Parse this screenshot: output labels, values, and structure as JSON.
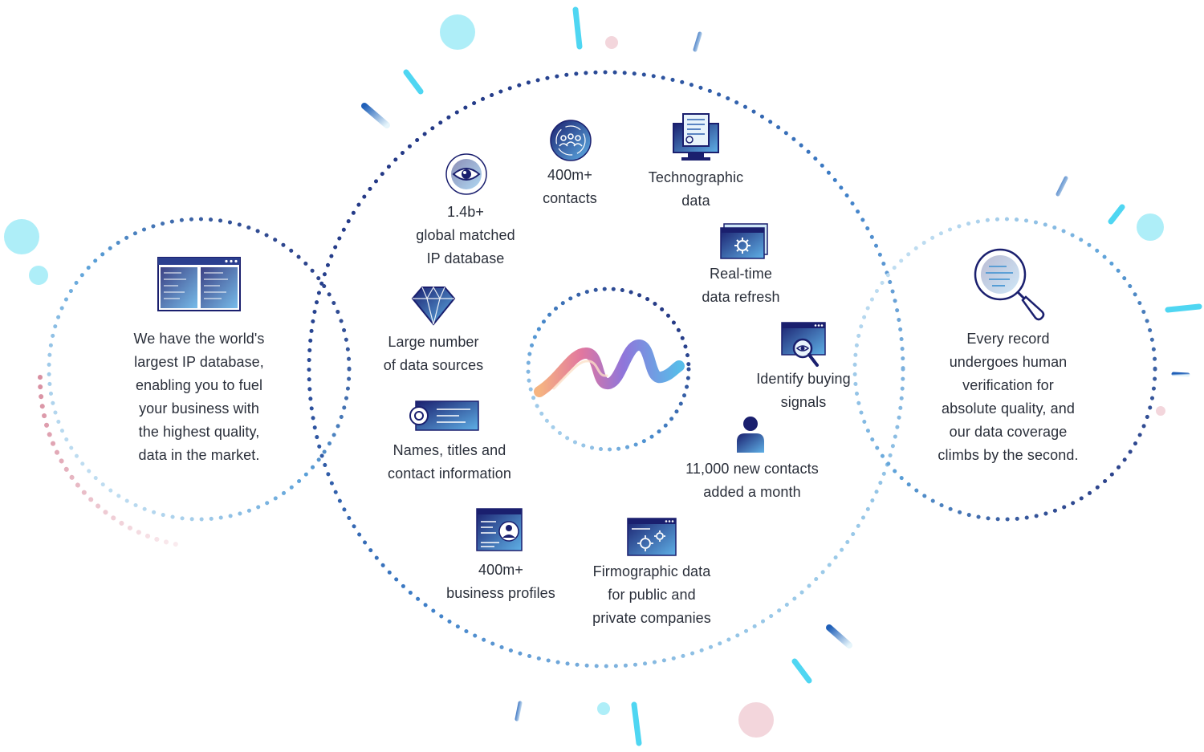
{
  "left_panel": {
    "lines": [
      "We have the world's",
      "largest IP database,",
      "enabling you to fuel",
      "your business with",
      "the highest quality,",
      "data in the market."
    ]
  },
  "right_panel": {
    "lines": [
      "Every record",
      "undergoes human",
      "verification for",
      "absolute quality, and",
      "our data coverage",
      "climbs by the second."
    ]
  },
  "features": [
    {
      "id": "ip-database",
      "icon": "eye-icon",
      "lines": [
        "1.4b+",
        "global matched",
        "IP database"
      ]
    },
    {
      "id": "contacts",
      "icon": "people-network-icon",
      "lines": [
        "400m+",
        "contacts"
      ]
    },
    {
      "id": "technographic",
      "icon": "computer-monitor-icon",
      "lines": [
        "Technographic",
        "data"
      ]
    },
    {
      "id": "realtime",
      "icon": "gear-window-icon",
      "lines": [
        "Real-time",
        "data refresh"
      ]
    },
    {
      "id": "data-sources",
      "icon": "diamond-icon",
      "lines": [
        "Large number",
        "of data sources"
      ]
    },
    {
      "id": "buying-signals",
      "icon": "magnifier-window-icon",
      "lines": [
        "Identify buying",
        "signals"
      ]
    },
    {
      "id": "names",
      "icon": "id-card-icon",
      "lines": [
        "Names, titles and",
        "contact information"
      ]
    },
    {
      "id": "new-contacts",
      "icon": "person-icon",
      "lines": [
        "11,000 new contacts",
        "added a month"
      ]
    },
    {
      "id": "business-profiles",
      "icon": "profile-window-icon",
      "lines": [
        "400m+",
        "business profiles"
      ]
    },
    {
      "id": "firmographic",
      "icon": "gears-window-icon",
      "lines": [
        "Firmographic data",
        "for public and",
        "private companies"
      ]
    }
  ],
  "center_logo": {
    "icon": "brush-stroke-logo"
  },
  "colors": {
    "navy": "#1a1f6e",
    "blue": "#3a6fc4",
    "cyan": "#4fd6f2",
    "light_cyan": "#aeeef8",
    "pink": "#f0cfd6",
    "text": "#2a2f3a"
  }
}
